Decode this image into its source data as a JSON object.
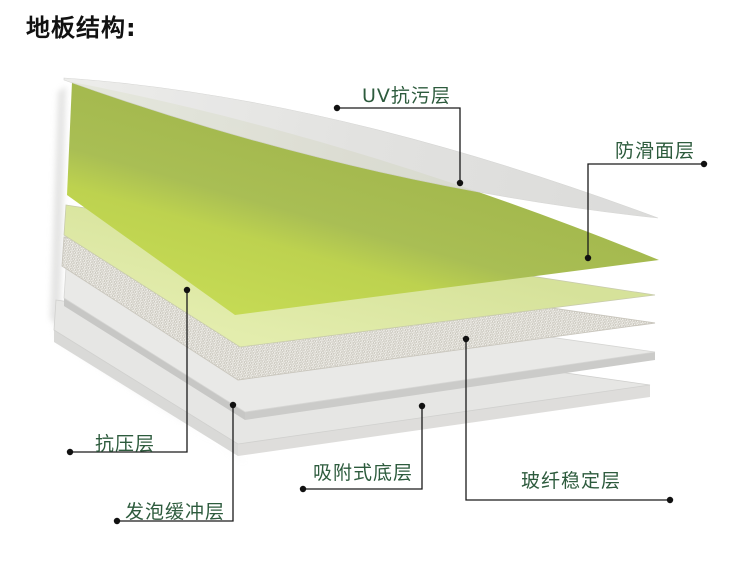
{
  "title": "地板结构:",
  "diagram": {
    "labels": [
      {
        "id": "uv",
        "text": "UV抗污层"
      },
      {
        "id": "fanghua",
        "text": "防滑面层"
      },
      {
        "id": "kangya",
        "text": "抗压层"
      },
      {
        "id": "fapao",
        "text": "发泡缓冲层"
      },
      {
        "id": "xifu",
        "text": "吸附式底层"
      },
      {
        "id": "boxian",
        "text": "玻纤稳定层"
      }
    ],
    "layers": [
      {
        "name": "UV抗污层",
        "color": "#e2e2e0"
      },
      {
        "name": "防滑面层",
        "color": "#a9be54"
      },
      {
        "name": "抗压层",
        "color": "#dde8a4"
      },
      {
        "name": "玻纤稳定层",
        "color": "#f5f4f0"
      },
      {
        "name": "发泡缓冲层",
        "color": "#e7e7e5"
      },
      {
        "name": "吸附式底层",
        "color": "#e3e3e1"
      }
    ],
    "label_color": "#2d5b3d",
    "line_color": "#1a1a1a",
    "title_color": "#111111"
  }
}
